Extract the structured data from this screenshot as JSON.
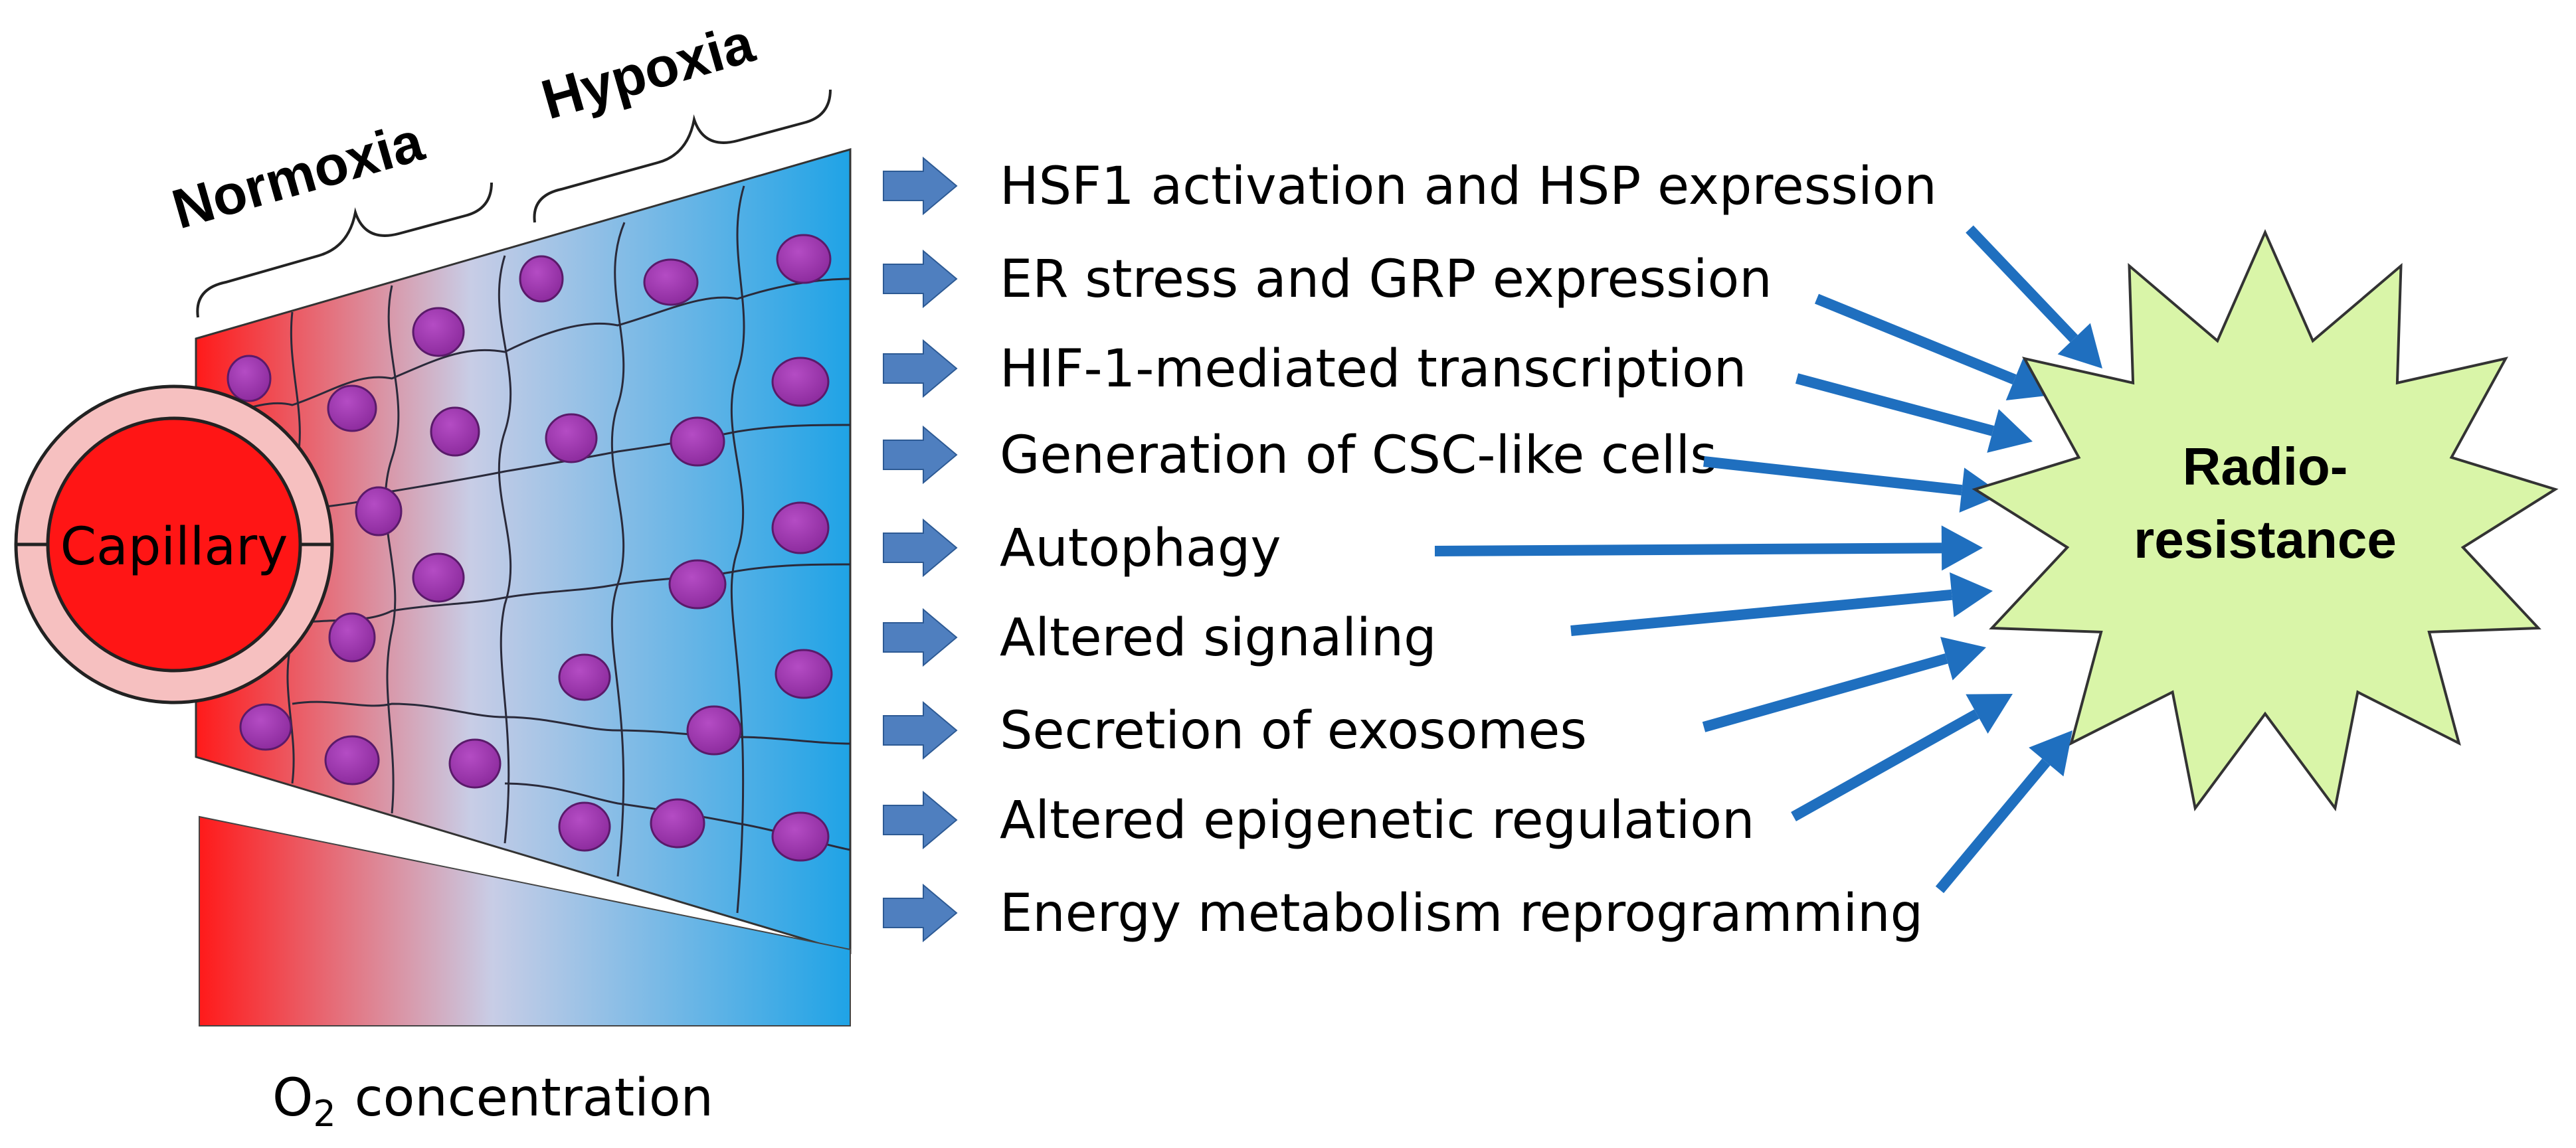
{
  "zones": {
    "normoxia": "Normoxia",
    "hypoxia": "Hypoxia"
  },
  "capillary_label": "Capillary",
  "o2_axis": {
    "symbol": "O",
    "subscript": "2",
    "word": "concentration"
  },
  "mechanisms": [
    "HSF1 activation and HSP expression",
    "ER stress and GRP expression",
    "HIF-1-mediated transcription",
    "Generation of CSC-like cells",
    "Autophagy",
    "Altered signaling",
    "Secretion of exosomes",
    "Altered epigenetic regulation",
    "Energy metabolism reprogramming"
  ],
  "outcome": {
    "line1": "Radio-",
    "line2": "resistance"
  },
  "colors": {
    "normoxia_red": "#ff1a1a",
    "mid_pale": "#c8cde6",
    "hypoxia_blue": "#1fa3e6",
    "nucleus_purple": "#8b2a9c",
    "block_arrow": "#4f7fbf",
    "convergence_arrow": "#1f6fbf",
    "starburst_fill": "#d9f5a8",
    "capillary_ring": "#f6c0c0",
    "capillary_core": "#ff1515"
  },
  "icons": {
    "item_pointer": "block-right-arrow-icon",
    "convergence": "diagonal-arrow-icon",
    "outcome_shape": "starburst-icon"
  }
}
